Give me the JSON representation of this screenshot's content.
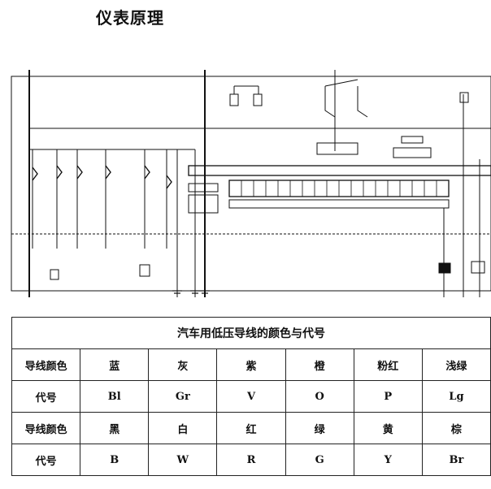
{
  "page": {
    "title": "仪表原理"
  },
  "table": {
    "title": "汽车用低压导线的颜色与代号",
    "rows": [
      {
        "head": "导线颜色",
        "cells": [
          "蓝",
          "灰",
          "紫",
          "橙",
          "粉红",
          "浅绿"
        ]
      },
      {
        "head": "代号",
        "cells": [
          "Bl",
          "Gr",
          "V",
          "O",
          "P",
          "Lg"
        ]
      },
      {
        "head": "导线颜色",
        "cells": [
          "黑",
          "白",
          "红",
          "绿",
          "黄",
          "棕"
        ]
      },
      {
        "head": "代号",
        "cells": [
          "B",
          "W",
          "R",
          "G",
          "Y",
          "Br"
        ]
      }
    ]
  }
}
